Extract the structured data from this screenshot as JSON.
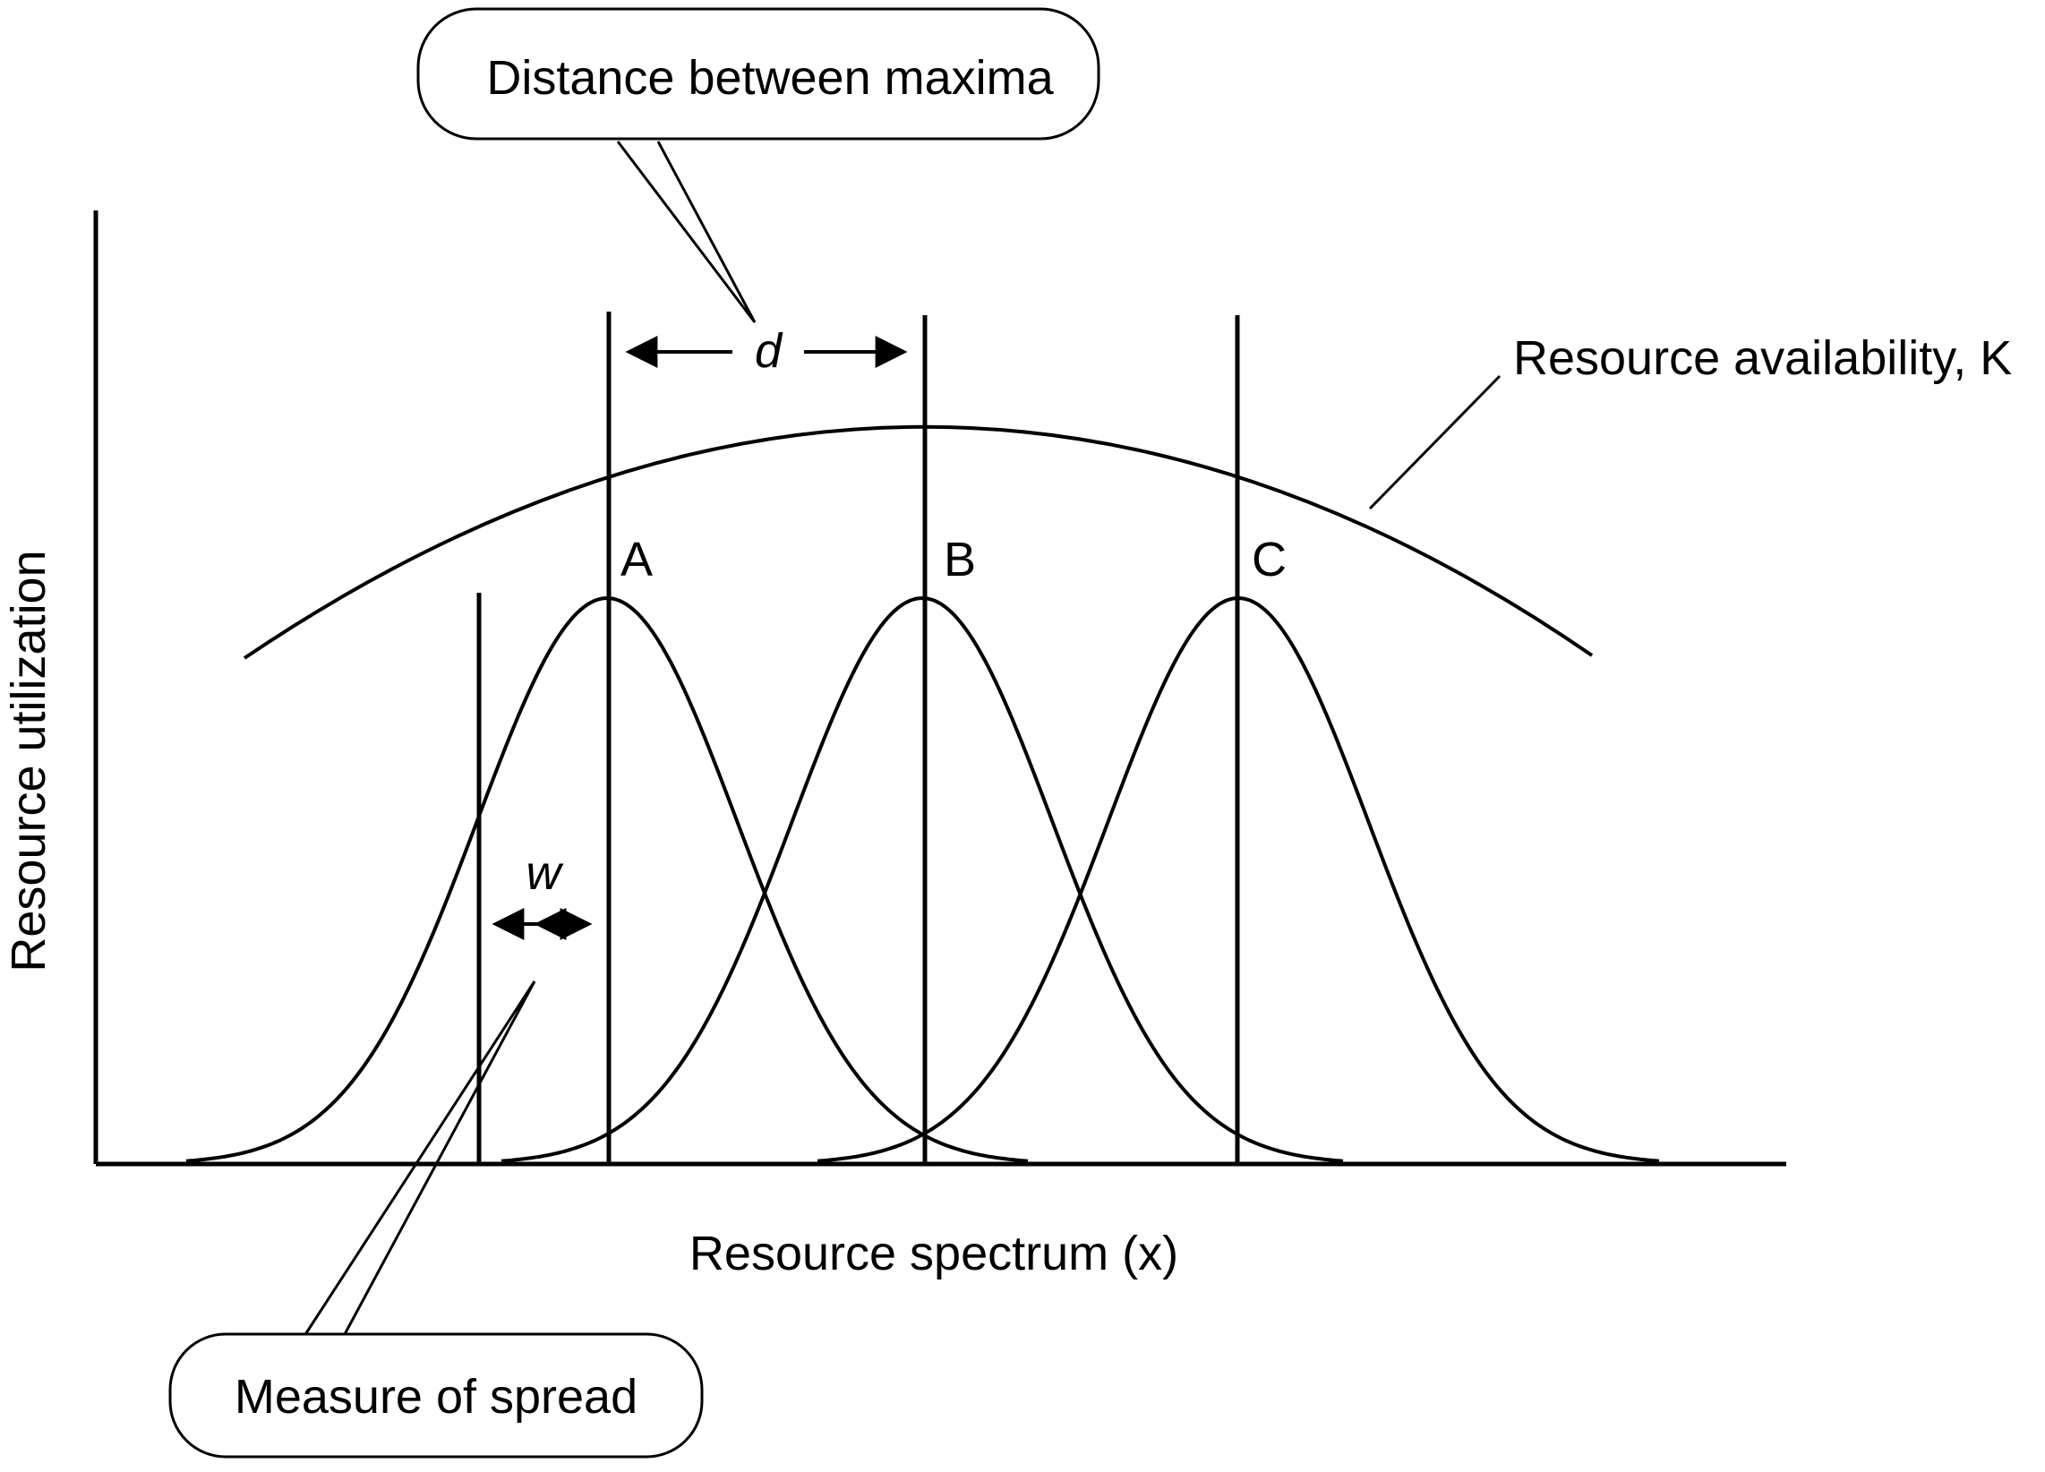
{
  "diagram": {
    "x_axis_label": "Resource spectrum (x)",
    "y_axis_label": "Resource utilization",
    "curve_labels": [
      "A",
      "B",
      "C"
    ],
    "availability_label": "Resource availability, K",
    "d_symbol": "d",
    "w_symbol": "w",
    "callout_top": "Distance between maxima",
    "callout_bottom": "Measure of spread"
  },
  "colors": {
    "ink": "#000000",
    "background": "#ffffff"
  }
}
